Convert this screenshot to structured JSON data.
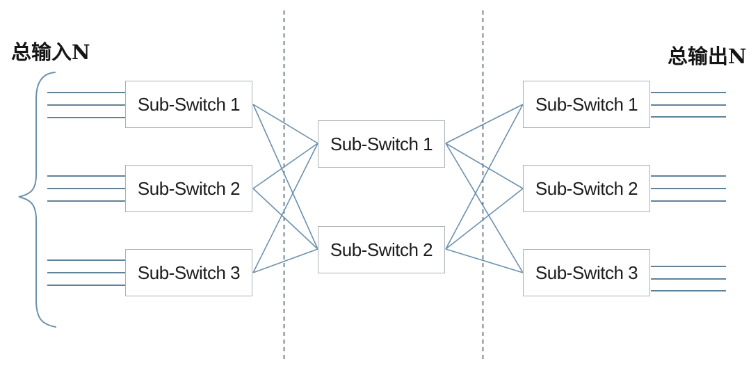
{
  "diagram": {
    "title_left": "总输入N",
    "title_right": "总输出N",
    "stage1": {
      "nodes": [
        "Sub-Switch 1",
        "Sub-Switch 2",
        "Sub-Switch 3"
      ]
    },
    "stage2": {
      "nodes": [
        "Sub-Switch 1",
        "Sub-Switch 2"
      ]
    },
    "stage3": {
      "nodes": [
        "Sub-Switch 1",
        "Sub-Switch 2",
        "Sub-Switch 3"
      ]
    },
    "port_lines_per_node": 3,
    "colors": {
      "link_line": "#6b90ae",
      "trunk_line": "#5f8299",
      "dashed_divider": "#4e6370",
      "node_border": "#a9b0b6",
      "node_background": "#ffffff",
      "text": "#1c1c1c"
    }
  }
}
